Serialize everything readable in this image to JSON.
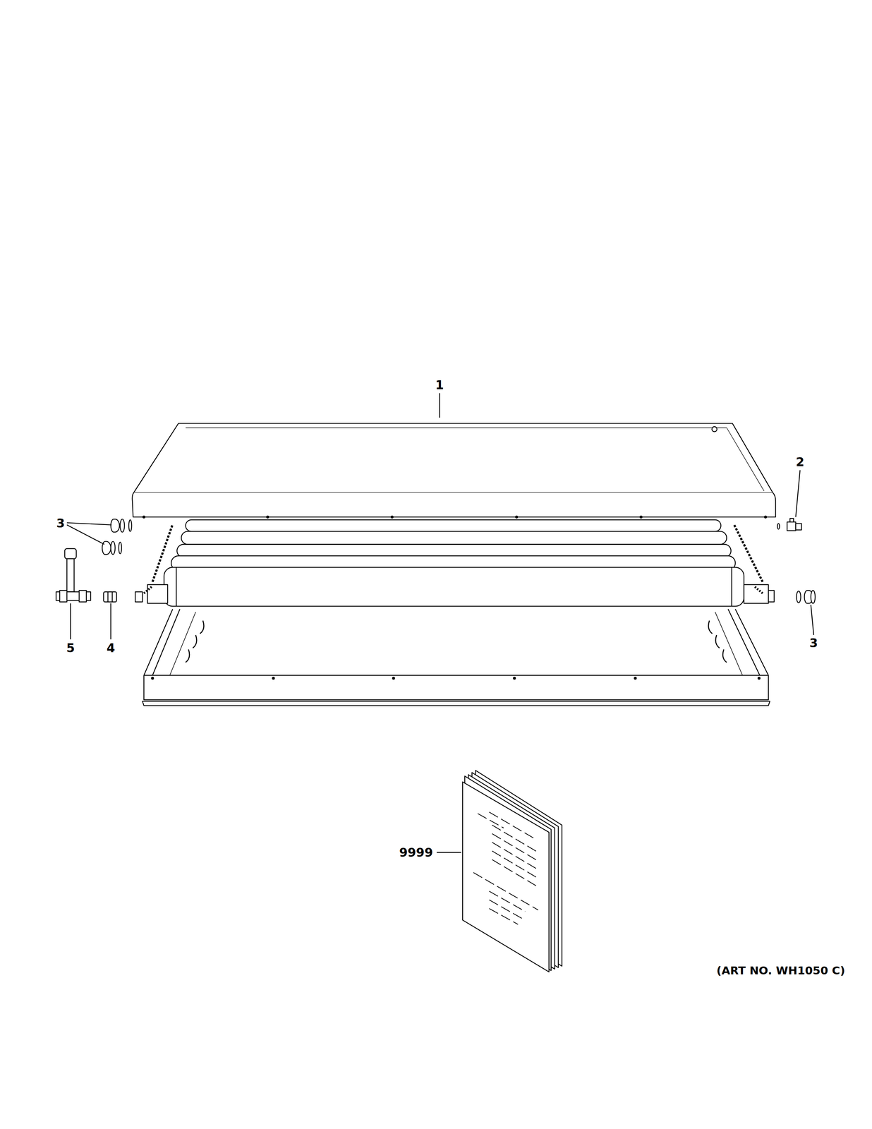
{
  "diagram": {
    "labels": [
      "1",
      "2",
      "3",
      "5",
      "4",
      "3",
      "9999",
      "(ART NO. WH1050 C)"
    ]
  }
}
